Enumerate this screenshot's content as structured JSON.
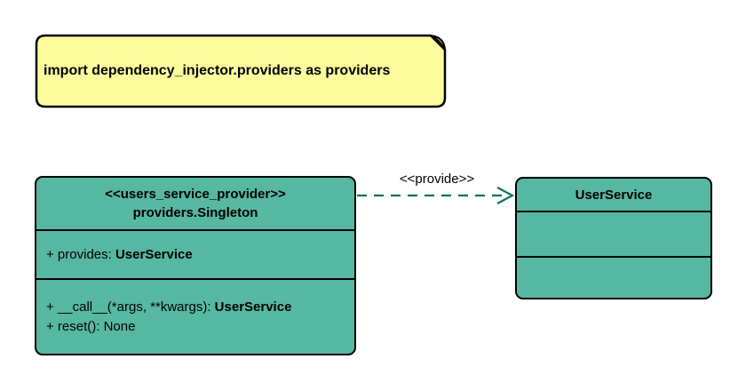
{
  "diagram": {
    "note": {
      "text": "import dependency_injector.providers as providers"
    },
    "singleton_class": {
      "stereotype": "<<users_service_provider>>",
      "name": "providers.Singleton",
      "attributes": [
        {
          "prefix": "+ provides: ",
          "type": "UserService"
        }
      ],
      "methods": [
        {
          "prefix": "+ __call__(*args, **kwargs): ",
          "type": "UserService"
        },
        {
          "prefix": "+ reset(): None",
          "type": ""
        }
      ]
    },
    "user_service_class": {
      "name": "UserService",
      "attributes": [],
      "methods": []
    },
    "relation": {
      "label": "<<provide>>",
      "from": "providers.Singleton",
      "to": "UserService",
      "style": "dashed-open-arrow"
    },
    "colors": {
      "class_fill": "#57B8A2",
      "note_fill": "#FBFB9E",
      "note_fold": "#B8B870",
      "arrow": "#0E6F5B",
      "border": "#000000"
    }
  }
}
